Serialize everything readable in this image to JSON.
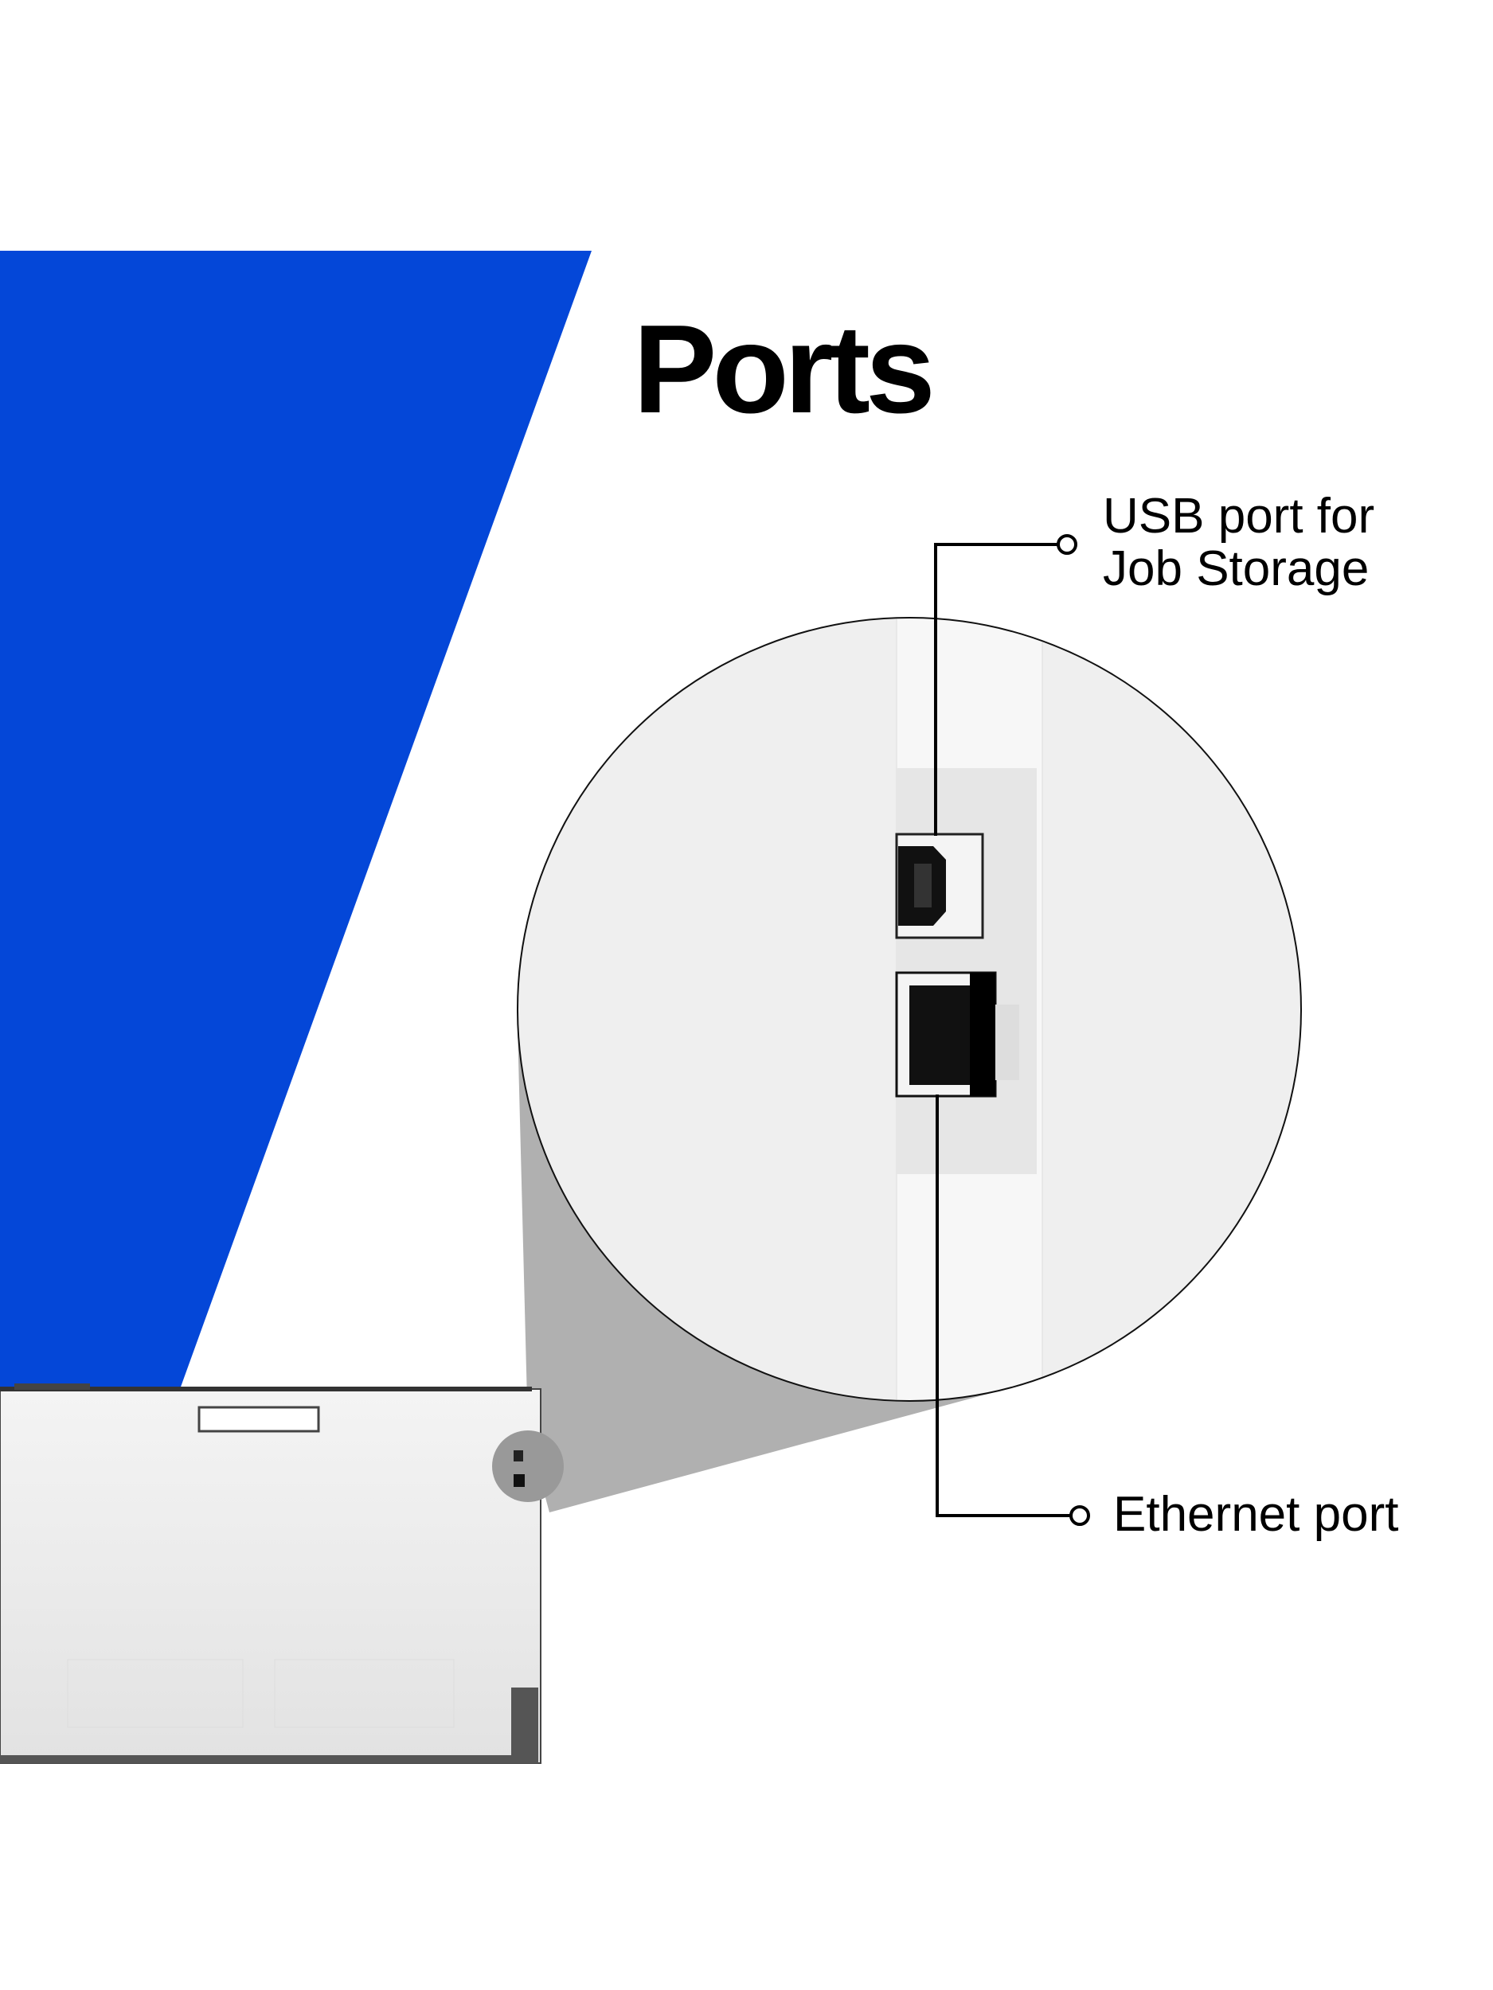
{
  "title": "Ports",
  "callouts": {
    "usb": {
      "line1": "USB port for",
      "line2": "Job Storage"
    },
    "ethernet": "Ethernet port"
  },
  "colors": {
    "accent": "#0447d8",
    "text": "#000000"
  }
}
